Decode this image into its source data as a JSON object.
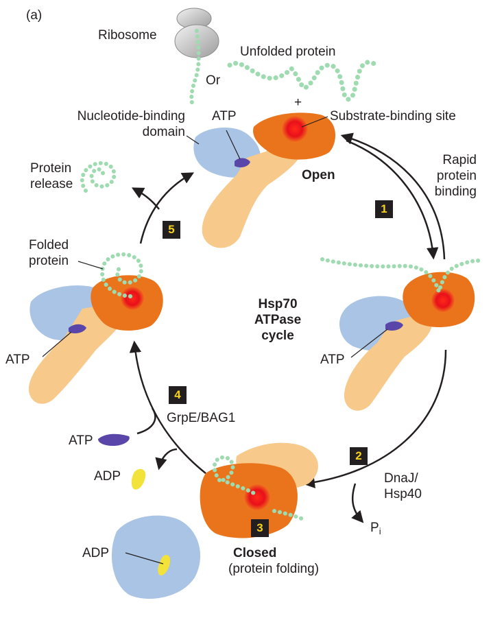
{
  "panel_label": "(a)",
  "center_title": [
    "Hsp70",
    "ATPase",
    "cycle"
  ],
  "labels": {
    "ribosome": "Ribosome",
    "unfolded_protein": "Unfolded protein",
    "or": "Or",
    "plus": "+",
    "nucleotide_binding_domain": [
      "Nucleotide-binding",
      "domain"
    ],
    "atp_top": "ATP",
    "substrate_binding_site": "Substrate-binding site",
    "open": "Open",
    "rapid_protein_binding": [
      "Rapid",
      "protein",
      "binding"
    ],
    "protein_release": [
      "Protein",
      "release"
    ],
    "folded_protein": [
      "Folded",
      "protein"
    ],
    "atp_left": "ATP",
    "atp_right": "ATP",
    "grpe_bag1": "GrpE/BAG1",
    "atp_exchange": "ATP",
    "adp_released": "ADP",
    "dnaj_hsp40": [
      "DnaJ/",
      "Hsp40"
    ],
    "pi": "P",
    "pi_sub": "i",
    "closed": "Closed",
    "protein_folding": "(protein folding)",
    "adp_bottom": "ADP"
  },
  "steps": [
    "1",
    "2",
    "3",
    "4",
    "5"
  ],
  "colors": {
    "nucleotide_domain": "#a9c4e4",
    "substrate_domain": "#e9741b",
    "linker_lid": "#f7c98b",
    "binding_site": "#e8101a",
    "chain": "#9fdbb0",
    "atp": "#5946a8",
    "adp": "#f2e23a",
    "arrow": "#231f20",
    "step_box": "#231f20",
    "step_number": "#f7d21b"
  }
}
